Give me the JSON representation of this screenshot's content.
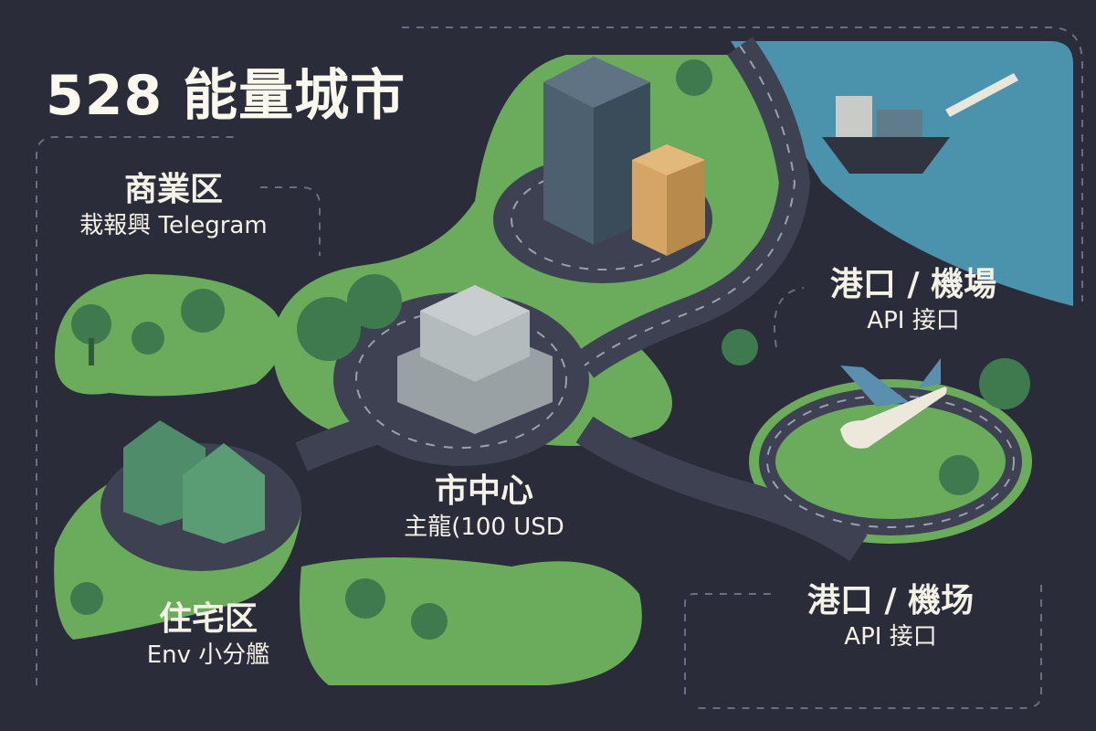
{
  "title": "528 能量城市",
  "districts": [
    {
      "id": "commercial",
      "name": "商業区",
      "sub": "栽報興 Telegram"
    },
    {
      "id": "port-airport-1",
      "name": "港口 / 機場",
      "sub": "API 接口"
    },
    {
      "id": "downtown",
      "name": "市中心",
      "sub": "主龍(100 USD"
    },
    {
      "id": "port-airport-2",
      "name": "港口 / 機场",
      "sub": "API 接口"
    },
    {
      "id": "residential",
      "name": "住宅区",
      "sub": "Env 小分艦"
    }
  ],
  "colors": {
    "background": "#2a2c39",
    "green": "#6aab5c",
    "dark_green": "#3f7a4e",
    "road": "#3d4152",
    "water": "#4b93ad",
    "text": "#f4f1e6"
  }
}
